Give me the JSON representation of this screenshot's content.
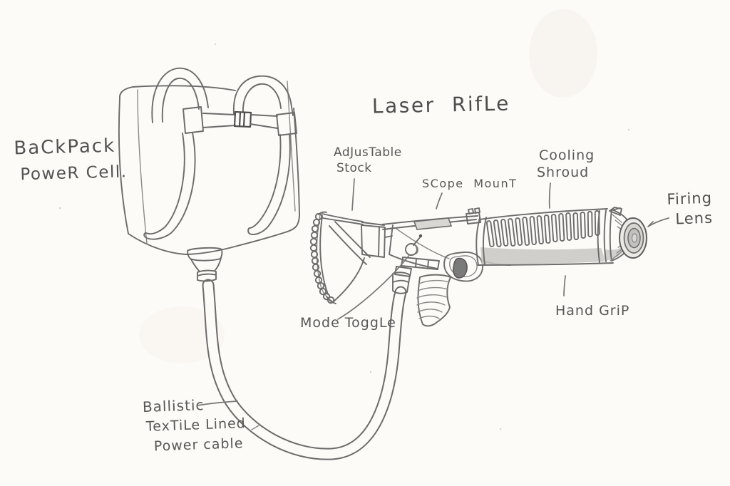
{
  "sketch": {
    "title": "Laser RifLe",
    "labels": {
      "backpack_power_cell": [
        "BaCkPack",
        "PoweR Cell."
      ],
      "adjustable_stock": [
        "AdJusTable",
        "Stock"
      ],
      "scope_mount": [
        "SCope MounT"
      ],
      "cooling_shroud": [
        "Cooling",
        "Shroud"
      ],
      "firing_lens": [
        "Firing",
        "Lens"
      ],
      "hand_grip": [
        "Hand GriP"
      ],
      "mode_toggle": [
        "Mode ToggLe"
      ],
      "power_cable": [
        "Ballistic",
        "TexTiLe Lined",
        "Power cable"
      ]
    },
    "colors": {
      "paper": "#fcfbf8",
      "pencil": "#6b6b6b",
      "pencil_dark": "#4f4f4f",
      "shading_light": "#d9d7d3",
      "shading_mid": "#c9c7c3"
    }
  }
}
